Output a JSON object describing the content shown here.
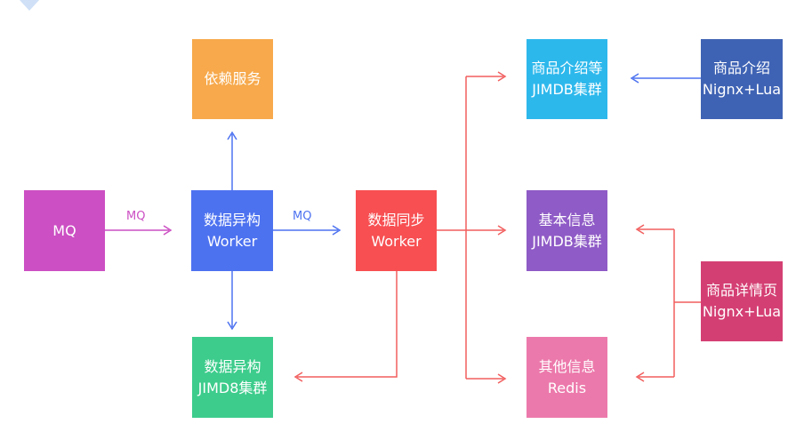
{
  "colors": {
    "mq": "#cc4fc3",
    "async_worker": "#4d72f0",
    "depend": "#f7a94b",
    "async_db": "#3dcc8c",
    "sync_worker": "#f74f52",
    "intro_db": "#2db8ec",
    "intro_ngx": "#3f63b4",
    "basic_db": "#8f5bc6",
    "other_redis": "#ec79ab",
    "detail_ngx": "#d43f73",
    "arrow_blue": "#4d72f0",
    "arrow_pink": "#cc4fc3",
    "arrow_red": "#f25e5e",
    "corner": "#cfe0f7"
  },
  "nodes": {
    "mq": {
      "line1": "MQ"
    },
    "async_worker": {
      "line1": "数据异构",
      "line2": "Worker"
    },
    "depend": {
      "line1": "依赖服务"
    },
    "async_db": {
      "line1": "数据异构",
      "line2": "JIMD8集群"
    },
    "sync_worker": {
      "line1": "数据同步",
      "line2": "Worker"
    },
    "intro_db": {
      "line1": "商品介绍等",
      "line2": "JIMDB集群"
    },
    "intro_ngx": {
      "line1": "商品介绍",
      "line2": "Nignx+Lua"
    },
    "basic_db": {
      "line1": "基本信息",
      "line2": "JIMDB集群"
    },
    "other_redis": {
      "line1": "其他信息",
      "line2": "Redis"
    },
    "detail_ngx": {
      "line1": "商品详情页",
      "line2": "Nignx+Lua"
    }
  },
  "edges": {
    "mq_to_async_label": "MQ",
    "async_to_sync_label": "MQ"
  }
}
